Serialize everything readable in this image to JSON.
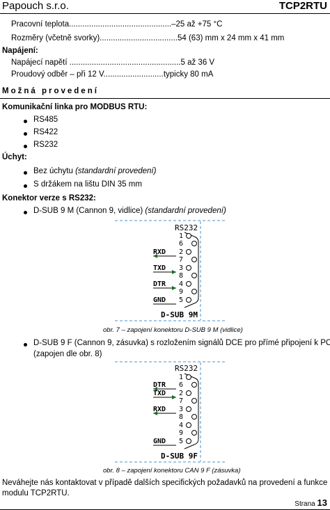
{
  "header": {
    "left": "Papouch s.r.o.",
    "right": "TCP2RTU"
  },
  "specs": {
    "temp": "Pracovní teplota..............................................–25 až +75 °C",
    "dims": "Rozměry (včetně svorky)...................................54 (63) mm x 24 mm x 41 mm",
    "power_title": "Napájení:",
    "voltage": "Napájecí napětí ..................................................5 až 36 V",
    "current": "Proudový odběr – při 12 V...........................typicky 80 mA"
  },
  "section_title": "Možná provedení",
  "comm": {
    "title": "Komunikační linka pro MODBUS RTU:",
    "items": [
      "RS485",
      "RS422",
      "RS232"
    ]
  },
  "mount": {
    "title": "Úchyt:",
    "item1_plain": "Bez úchytu ",
    "item1_italic": "(standardní provedení)",
    "item2": "S držákem na lištu DIN 35 mm"
  },
  "connector": {
    "title": "Konektor verze s RS232:",
    "item1_plain": "D-SUB 9 M (Cannon 9, vidlice) ",
    "item1_italic": "(standardní provedení)",
    "item2_line1": "D-SUB 9 F (Cannon 9, zásuvka) s rozložením signálů DCE pro přímé připojení k PC",
    "item2_line2": "(zapojen dle obr. 8)"
  },
  "fig7": {
    "title": "RS232",
    "pins": [
      "1",
      "6",
      "2",
      "7",
      "3",
      "8",
      "4",
      "9",
      "5"
    ],
    "signals": {
      "rxd": "RXD",
      "txd": "TXD",
      "dtr": "DTR",
      "gnd": "GND"
    },
    "footer": "D-SUB 9M",
    "caption": "obr. 7 – zapojení konektoru D-SUB 9 M (vidlice)"
  },
  "fig8": {
    "title": "RS232",
    "pins": [
      "1",
      "6",
      "2",
      "7",
      "3",
      "8",
      "4",
      "9",
      "5"
    ],
    "signals": {
      "dtr": "DTR",
      "txd": "TXD",
      "rxd": "RXD",
      "gnd": "GND"
    },
    "footer": "D-SUB 9F",
    "caption": "obr. 8 – zapojení konektoru CAN 9 F (zásuvka)"
  },
  "closing": {
    "line1": "Neváhejte nás kontaktovat v případě dalších specifických požadavků na provedení a funkce",
    "line2": "modulu TCP2RTU."
  },
  "footer": {
    "label": "Strana ",
    "page": "13"
  }
}
